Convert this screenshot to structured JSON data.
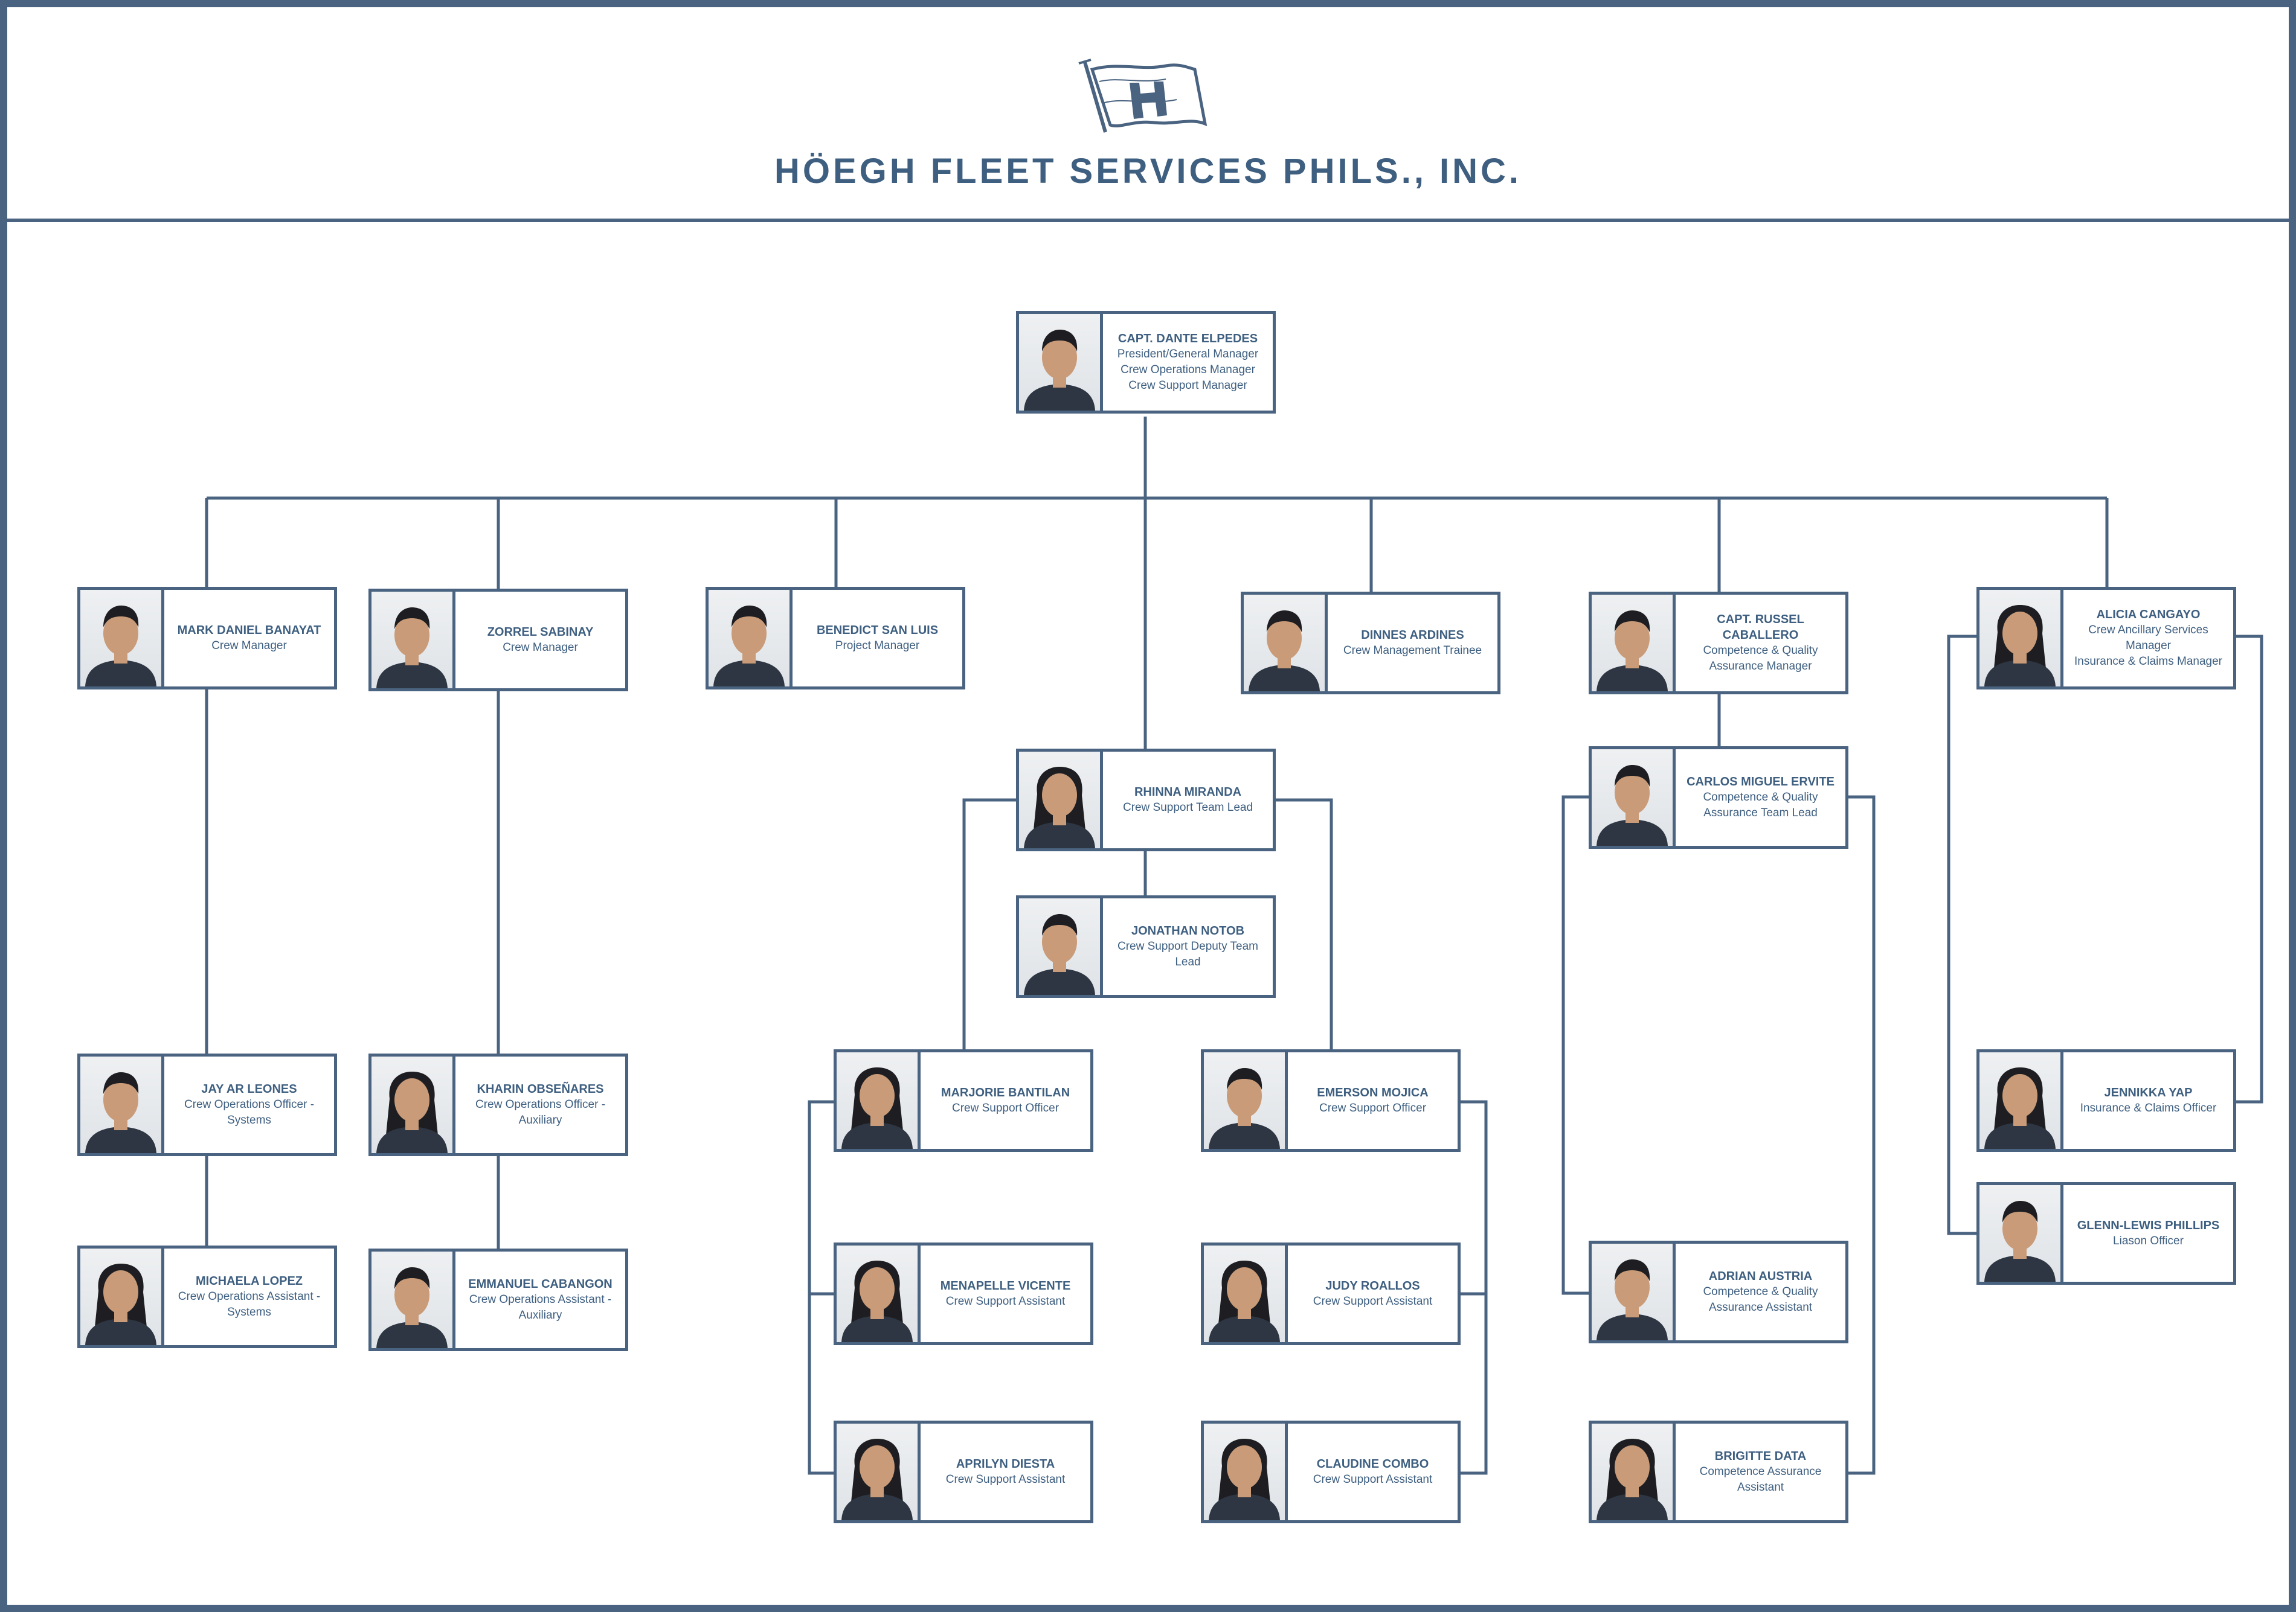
{
  "company": {
    "name": "HÖEGH FLEET SERVICES PHILS., INC.",
    "logo_letter": "H"
  },
  "colors": {
    "frame": "#4a6380",
    "text": "#3e5f80",
    "flag": "#4a6380"
  },
  "people": {
    "dante": {
      "name": "CAPT. DANTE ELPEDES",
      "roles": [
        "President/General Manager",
        "Crew Operations Manager",
        "Crew Support Manager"
      ]
    },
    "mark": {
      "name": "MARK DANIEL BANAYAT",
      "roles": [
        "Crew Manager"
      ]
    },
    "zorrel": {
      "name": "ZORREL SABINAY",
      "roles": [
        "Crew Manager"
      ]
    },
    "benedict": {
      "name": "BENEDICT SAN LUIS",
      "roles": [
        "Project Manager"
      ]
    },
    "dinnes": {
      "name": "DINNES ARDINES",
      "roles": [
        "Crew Management Trainee"
      ]
    },
    "russel": {
      "name": "CAPT. RUSSEL CABALLERO",
      "roles": [
        "Competence & Quality",
        "Assurance Manager"
      ]
    },
    "alicia": {
      "name": "ALICIA CANGAYO",
      "roles": [
        "Crew Ancillary Services Manager",
        "Insurance & Claims Manager"
      ]
    },
    "rhinna": {
      "name": "RHINNA MIRANDA",
      "roles": [
        "Crew Support Team Lead"
      ]
    },
    "jonathan": {
      "name": "JONATHAN NOTOB",
      "roles": [
        "Crew Support Deputy Team",
        "Lead"
      ]
    },
    "carlos": {
      "name": "CARLOS MIGUEL ERVITE",
      "roles": [
        "Competence & Quality",
        "Assurance Team Lead"
      ]
    },
    "jayar": {
      "name": "JAY AR LEONES",
      "roles": [
        "Crew Operations Officer -",
        "Systems"
      ]
    },
    "kharin": {
      "name": "KHARIN OBSEÑARES",
      "roles": [
        "Crew Operations Officer -",
        "Auxiliary"
      ]
    },
    "marjorie": {
      "name": "MARJORIE BANTILAN",
      "roles": [
        "Crew Support Officer"
      ]
    },
    "emerson": {
      "name": "EMERSON MOJICA",
      "roles": [
        "Crew Support Officer"
      ]
    },
    "jennikka": {
      "name": "JENNIKKA YAP",
      "roles": [
        "Insurance & Claims Officer"
      ]
    },
    "glenn": {
      "name": "GLENN-LEWIS PHILLIPS",
      "roles": [
        "Liason Officer"
      ]
    },
    "michaela": {
      "name": "MICHAELA LOPEZ",
      "roles": [
        "Crew Operations Assistant -",
        "Systems"
      ]
    },
    "emmanuel": {
      "name": "EMMANUEL CABANGON",
      "roles": [
        "Crew Operations Assistant -",
        "Auxiliary"
      ]
    },
    "menapelle": {
      "name": "MENAPELLE VICENTE",
      "roles": [
        "Crew Support Assistant"
      ]
    },
    "judy": {
      "name": "JUDY  ROALLOS",
      "roles": [
        "Crew Support Assistant"
      ]
    },
    "adrian": {
      "name": "ADRIAN AUSTRIA",
      "roles": [
        "Competence & Quality",
        "Assurance Assistant"
      ]
    },
    "aprilyn": {
      "name": "APRILYN DIESTA",
      "roles": [
        "Crew Support Assistant"
      ]
    },
    "claudine": {
      "name": "CLAUDINE COMBO",
      "roles": [
        "Crew Support Assistant"
      ]
    },
    "brigitte": {
      "name": "BRIGITTE DATA",
      "roles": [
        "Competence Assurance",
        "Assistant"
      ]
    }
  }
}
